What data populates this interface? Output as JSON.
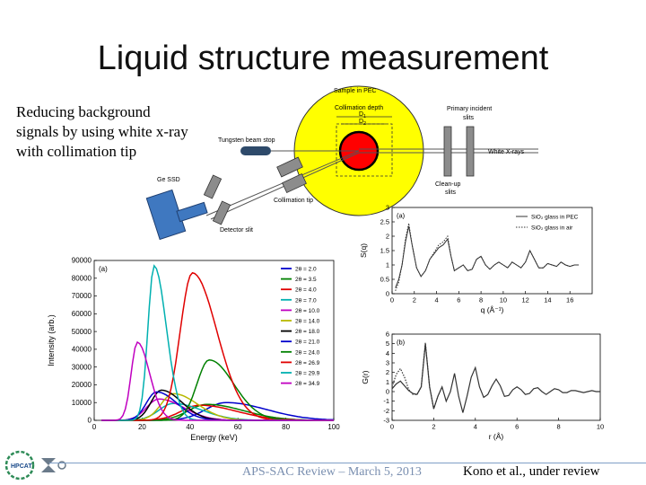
{
  "slide": {
    "title": "Liquid structure measurement",
    "bullet": "Reducing background signals by using white x-ray with collimation tip",
    "footer_center": "APS-SAC Review – March 5, 2013",
    "footer_right": "Kono et al., under review",
    "logo_text": "HPCAT"
  },
  "diagram": {
    "labels": {
      "sample": "Sample in PEC",
      "collimation_depth": "Collimation depth",
      "d1": "D",
      "d1_sub": "1",
      "d2": "D",
      "d2_sub": "2",
      "primary_slits": [
        "Primary incident",
        "slits"
      ],
      "white_xrays": "White X-rays",
      "tungsten": "Tungsten beam stop",
      "ge_ssd": "Ge SSD",
      "collimation_tip": "Collimation tip",
      "cleanup_slits": [
        "Clean-up",
        "slits"
      ],
      "detector_slit": "Detector slit"
    },
    "colors": {
      "yellow": "#ffff00",
      "red": "#ff0000",
      "detector_blue": "#3f78c0",
      "slit_gray": "#8c8c8c"
    }
  },
  "chart_data": [
    {
      "type": "line",
      "panel_label": "(a)",
      "xlabel": "Energy (keV)",
      "ylabel": "Intensity (arb.)",
      "xlim": [
        0,
        100
      ],
      "ylim": [
        0,
        90000
      ],
      "xticks": [
        0,
        20,
        40,
        60,
        80,
        100
      ],
      "yticks": [
        0,
        10000,
        20000,
        30000,
        40000,
        50000,
        60000,
        70000,
        80000,
        90000
      ],
      "legend_position": "right",
      "series": [
        {
          "name": "2θ = 2.0",
          "color": "#0000cc",
          "peak_x": 55,
          "peak_y": 10000,
          "width": 20
        },
        {
          "name": "2θ = 3.5",
          "color": "#008000",
          "peak_x": 47,
          "peak_y": 9000,
          "width": 18
        },
        {
          "name": "2θ = 4.0",
          "color": "#e00000",
          "peak_x": 44,
          "peak_y": 8500,
          "width": 18
        },
        {
          "name": "2θ = 7.0",
          "color": "#00b0b0",
          "peak_x": 33,
          "peak_y": 9500,
          "width": 14
        },
        {
          "name": "2θ = 10.0",
          "color": "#c000c0",
          "peak_x": 27,
          "peak_y": 12000,
          "width": 12
        },
        {
          "name": "2θ = 14.0",
          "color": "#b8b800",
          "peak_x": 33,
          "peak_y": 15000,
          "width": 12
        },
        {
          "name": "2θ = 18.0",
          "color": "#000000",
          "peak_x": 28,
          "peak_y": 17000,
          "width": 10
        },
        {
          "name": "2θ = 21.0",
          "color": "#0000cc",
          "peak_x": 26,
          "peak_y": 16000,
          "width": 10
        },
        {
          "name": "2θ = 24.0",
          "color": "#008000",
          "peak_x": 48,
          "peak_y": 34000,
          "width": 12
        },
        {
          "name": "2θ = 26.9",
          "color": "#e00000",
          "peak_x": 41,
          "peak_y": 83000,
          "width": 12
        },
        {
          "name": "2θ = 29.9",
          "color": "#00b0b0",
          "peak_x": 25,
          "peak_y": 87000,
          "width": 6
        },
        {
          "name": "2θ = 34.9",
          "color": "#c000c0",
          "peak_x": 18,
          "peak_y": 44000,
          "width": 6
        }
      ]
    },
    {
      "type": "line",
      "panel_label": "(a)",
      "xlabel": "q (Å⁻¹)",
      "ylabel": "S(q)",
      "xlim": [
        0,
        18
      ],
      "ylim": [
        0,
        3.0
      ],
      "xticks": [
        0,
        2,
        4,
        6,
        8,
        10,
        12,
        14,
        16
      ],
      "yticks": [
        0.0,
        0.5,
        1.0,
        1.5,
        2.0,
        2.5,
        3.0
      ],
      "legend_position": "top-right",
      "series": [
        {
          "name": "SiO₂ glass in PEC",
          "style": "solid",
          "x": [
            0.3,
            0.6,
            0.9,
            1.2,
            1.5,
            1.8,
            2.2,
            2.6,
            3.0,
            3.4,
            3.8,
            4.2,
            4.6,
            5.0,
            5.3,
            5.6,
            6.0,
            6.4,
            6.8,
            7.2,
            7.6,
            8.0,
            8.4,
            8.8,
            9.2,
            9.6,
            10.0,
            10.4,
            10.8,
            11.2,
            11.6,
            12.0,
            12.4,
            12.8,
            13.2,
            13.6,
            14.0,
            14.4,
            14.8,
            15.2,
            15.6,
            16.0,
            16.4,
            16.8
          ],
          "y": [
            0.2,
            0.5,
            1.0,
            1.8,
            2.35,
            1.7,
            0.9,
            0.6,
            0.8,
            1.2,
            1.4,
            1.6,
            1.7,
            1.9,
            1.3,
            0.8,
            0.9,
            1.0,
            0.8,
            0.85,
            1.2,
            1.3,
            1.0,
            0.85,
            1.0,
            1.1,
            1.0,
            0.9,
            1.1,
            1.0,
            0.9,
            1.1,
            1.5,
            1.2,
            0.9,
            0.9,
            1.05,
            1.0,
            0.95,
            1.1,
            1.0,
            0.95,
            1.0,
            1.0
          ]
        },
        {
          "name": "SiO₂ glass in air",
          "style": "dotted",
          "x": [
            0.3,
            0.6,
            0.9,
            1.2,
            1.5,
            1.8,
            2.2,
            2.6,
            3.0,
            3.4,
            3.8,
            4.2,
            4.6,
            5.0,
            5.3,
            5.6,
            6.0,
            6.4,
            6.8,
            7.2,
            7.6,
            8.0,
            8.4,
            8.8,
            9.2,
            9.6,
            10.0,
            10.4,
            10.8,
            11.2,
            11.6,
            12.0,
            12.4,
            12.8,
            13.2,
            13.6,
            14.0,
            14.4,
            14.8,
            15.2,
            15.6,
            16.0,
            16.4,
            16.8
          ],
          "y": [
            0.1,
            0.4,
            1.0,
            1.9,
            2.45,
            1.7,
            0.9,
            0.6,
            0.8,
            1.2,
            1.45,
            1.7,
            1.8,
            2.0,
            1.3,
            0.8,
            0.9,
            1.0,
            0.8,
            0.85,
            1.2,
            1.3,
            1.0,
            0.85,
            1.0,
            1.1,
            1.0,
            0.9,
            1.1,
            1.0,
            0.9,
            1.1,
            1.5,
            1.2,
            0.9,
            0.9,
            1.05,
            1.0,
            0.95,
            1.1,
            1.0,
            0.95,
            1.0,
            1.0
          ]
        }
      ]
    },
    {
      "type": "line",
      "panel_label": "(b)",
      "xlabel": "r (Å)",
      "ylabel": "G(r)",
      "xlim": [
        0,
        10
      ],
      "ylim": [
        -3,
        6
      ],
      "xticks": [
        0,
        2,
        4,
        6,
        8,
        10
      ],
      "yticks": [
        -3,
        -2,
        -1,
        0,
        1,
        2,
        3,
        4,
        5,
        6
      ],
      "series": [
        {
          "name": "SiO₂ glass in PEC",
          "style": "solid",
          "x": [
            0,
            0.2,
            0.4,
            0.6,
            0.8,
            1.0,
            1.2,
            1.4,
            1.6,
            1.8,
            2.0,
            2.2,
            2.4,
            2.6,
            2.8,
            3.0,
            3.2,
            3.4,
            3.6,
            3.8,
            4.0,
            4.2,
            4.4,
            4.6,
            4.8,
            5.0,
            5.2,
            5.4,
            5.6,
            5.8,
            6.0,
            6.2,
            6.4,
            6.6,
            6.8,
            7.0,
            7.2,
            7.4,
            7.6,
            7.8,
            8.0,
            8.2,
            8.4,
            8.6,
            8.8,
            9.0,
            9.2,
            9.4,
            9.6,
            9.8,
            10.0
          ],
          "y": [
            0.3,
            0.8,
            1.1,
            0.6,
            0.1,
            -0.2,
            -0.3,
            0.5,
            5.0,
            0.5,
            -1.8,
            -0.5,
            0.5,
            -1.0,
            0.0,
            1.9,
            -0.5,
            -2.2,
            -0.5,
            1.5,
            2.5,
            0.5,
            -0.6,
            -0.3,
            0.6,
            1.3,
            0.6,
            -0.5,
            -0.4,
            0.2,
            0.5,
            0.2,
            -0.3,
            -0.2,
            0.3,
            0.4,
            0.0,
            -0.3,
            0.0,
            0.3,
            0.2,
            -0.1,
            -0.1,
            0.1,
            0.1,
            0.0,
            -0.1,
            0.0,
            0.1,
            0.0,
            0.0
          ]
        },
        {
          "name": "SiO₂ glass in air",
          "style": "dotted",
          "x": [
            0,
            0.2,
            0.4,
            0.6,
            0.8,
            1.0,
            1.2,
            1.4,
            1.6,
            1.8,
            2.0,
            2.2,
            2.4
          ],
          "y": [
            0.5,
            1.8,
            2.4,
            1.5,
            0.2,
            -0.3,
            -0.3,
            0.5,
            5.1,
            0.5,
            -1.8,
            -0.5,
            0.5
          ]
        }
      ]
    }
  ]
}
